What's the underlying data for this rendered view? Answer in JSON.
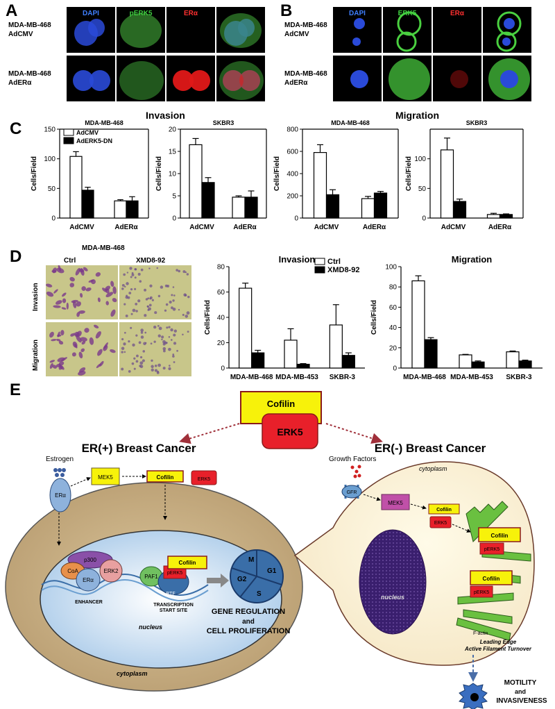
{
  "panelA": {
    "letter": "A",
    "rows": [
      "MDA-MB-468\nAdCMV",
      "MDA-MB-468\nAdERα"
    ],
    "cols": [
      {
        "label": "DAPI",
        "color": "#3f7fff"
      },
      {
        "label": "pERK5",
        "color": "#3fd040"
      },
      {
        "label": "ERα",
        "color": "#ff3030"
      },
      {
        "label": "",
        "color": "#ffffff"
      }
    ]
  },
  "panelB": {
    "letter": "B",
    "rows": [
      "MDA-MB-468\nAdCMV",
      "MDA-MB-468\nAdERα"
    ],
    "cols": [
      {
        "label": "DAPI",
        "color": "#3f7fff"
      },
      {
        "label": "ERK5",
        "color": "#3fd040"
      },
      {
        "label": "ERα",
        "color": "#ff3030"
      },
      {
        "label": "",
        "color": "#ffffff"
      }
    ]
  },
  "panelC": {
    "letter": "C",
    "invasion_title": "Invasion",
    "migration_title": "Migration",
    "legend": [
      "AdCMV",
      "AdERK5-DN"
    ]
  },
  "panelD": {
    "letter": "D",
    "photo_title": "MDA-MB-468",
    "photo_cols": [
      "Ctrl",
      "XMD8-92"
    ],
    "photo_rows": [
      "Invasion",
      "Migration"
    ],
    "legend": [
      "Ctrl",
      "XMD8-92"
    ]
  },
  "panelE": {
    "letter": "E",
    "cofilin": "Cofilin",
    "erk5": "ERK5",
    "er_pos_title": "ER(+) Breast Cancer",
    "er_neg_title": "ER(-) Breast Cancer",
    "estrogen": "Estrogen",
    "er_alpha": "ERα",
    "mek5": "MEK5",
    "cofilin_small": "Cofilin",
    "erk5_small": "ERK5",
    "coa": "CoA",
    "p300": "p300",
    "erk2": "ERK2",
    "enhancer": "ENHANCER",
    "paf1": "PAF1",
    "btf": "BTF",
    "perk5": "pERK5",
    "tss": "TRANSCRIPTION\nSTART SITE",
    "cycle": [
      "M",
      "G1",
      "S",
      "G2"
    ],
    "gene_reg": "GENE REGULATION",
    "and": "and",
    "cell_prol": "CELL PROLIFERATION",
    "nucleus": "nucleus",
    "cytoplasm": "cytoplasm",
    "growth_factors": "Growth Factors",
    "gfr": "GFR",
    "factin": "F-actin",
    "leading_edge": "Leading Edge\nActive Filament Turnover",
    "motility": "MOTILITY",
    "and2": "and",
    "invasiveness": "INVASIVENESS"
  },
  "chart_data": [
    {
      "type": "bar",
      "title": "MDA-MB-468",
      "ylabel": "Cells/Field",
      "categories": [
        "AdCMV",
        "AdERα"
      ],
      "ylim": [
        0,
        150
      ],
      "yticks": [
        0,
        50,
        100,
        150
      ],
      "series": [
        {
          "name": "AdCMV",
          "values": [
            104,
            29
          ],
          "errors": [
            8,
            2
          ]
        },
        {
          "name": "AdERK5-DN",
          "values": [
            47,
            29
          ],
          "errors": [
            5,
            7
          ]
        }
      ]
    },
    {
      "type": "bar",
      "title": "SKBR3",
      "ylabel": "Cells/Field",
      "categories": [
        "AdCMV",
        "AdERα"
      ],
      "ylim": [
        0,
        20
      ],
      "yticks": [
        0,
        5,
        10,
        15,
        20
      ],
      "series": [
        {
          "name": "AdCMV",
          "values": [
            16.5,
            4.7
          ],
          "errors": [
            1.4,
            0.3
          ]
        },
        {
          "name": "AdERK5-DN",
          "values": [
            8,
            4.7
          ],
          "errors": [
            1.1,
            1.4
          ]
        }
      ]
    },
    {
      "type": "bar",
      "title": "MDA-MB-468",
      "ylabel": "Cells/Field",
      "categories": [
        "AdCMV",
        "AdERα"
      ],
      "ylim": [
        0,
        800
      ],
      "yticks": [
        0,
        200,
        400,
        600,
        800
      ],
      "series": [
        {
          "name": "AdCMV",
          "values": [
            590,
            175
          ],
          "errors": [
            70,
            20
          ]
        },
        {
          "name": "AdERK5-DN",
          "values": [
            210,
            225
          ],
          "errors": [
            45,
            15
          ]
        }
      ]
    },
    {
      "type": "bar",
      "title": "SKBR3",
      "ylabel": "Cells/Field",
      "categories": [
        "AdCMV",
        "AdERα"
      ],
      "ylim": [
        0,
        150
      ],
      "yticks": [
        0,
        50,
        100
      ],
      "series": [
        {
          "name": "AdCMV",
          "values": [
            115,
            6
          ],
          "errors": [
            20,
            2
          ]
        },
        {
          "name": "AdERK5-DN",
          "values": [
            28,
            6
          ],
          "errors": [
            4,
            1
          ]
        }
      ]
    },
    {
      "type": "bar",
      "title": "Invasion",
      "ylabel": "Cells/Field",
      "categories": [
        "MDA-MB-468",
        "MDA-MB-453",
        "SKBR-3"
      ],
      "ylim": [
        0,
        80
      ],
      "yticks": [
        0,
        20,
        40,
        60,
        80
      ],
      "series": [
        {
          "name": "Ctrl",
          "values": [
            63,
            22,
            34
          ],
          "errors": [
            4,
            9,
            16
          ]
        },
        {
          "name": "XMD8-92",
          "values": [
            12,
            3,
            10
          ],
          "errors": [
            2,
            0.5,
            2
          ]
        }
      ]
    },
    {
      "type": "bar",
      "title": "Migration",
      "ylabel": "Cells/Field",
      "categories": [
        "MDA-MB-468",
        "MDA-MB-453",
        "SKBR-3"
      ],
      "ylim": [
        0,
        100
      ],
      "yticks": [
        0,
        20,
        40,
        60,
        80,
        100
      ],
      "series": [
        {
          "name": "Ctrl",
          "values": [
            86,
            13,
            16
          ],
          "errors": [
            5,
            0.5,
            0.8
          ]
        },
        {
          "name": "XMD8-92",
          "values": [
            28,
            6,
            7
          ],
          "errors": [
            2,
            1,
            0.8
          ]
        }
      ]
    }
  ]
}
